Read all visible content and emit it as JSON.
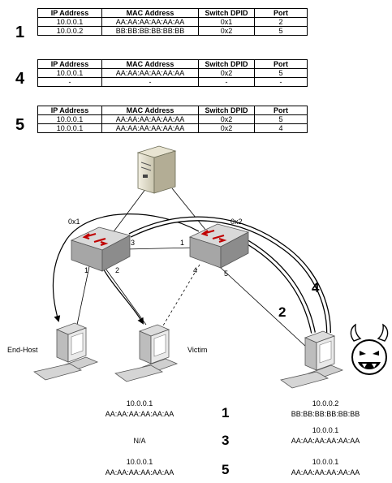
{
  "tables": [
    {
      "step": "1",
      "headers": [
        "IP Address",
        "MAC Address",
        "Switch DPID",
        "Port"
      ],
      "rows": [
        [
          "10.0.0.1",
          "AA:AA:AA:AA:AA:AA",
          "0x1",
          "2"
        ],
        [
          "10.0.0.2",
          "BB:BB:BB:BB:BB:BB",
          "0x2",
          "5"
        ]
      ]
    },
    {
      "step": "4",
      "headers": [
        "IP Address",
        "MAC Address",
        "Switch DPID",
        "Port"
      ],
      "rows": [
        [
          "10.0.0.1",
          "AA:AA:AA:AA:AA:AA",
          "0x2",
          "5"
        ],
        [
          "-",
          "-",
          "-",
          "-"
        ]
      ]
    },
    {
      "step": "5",
      "headers": [
        "IP Address",
        "MAC Address",
        "Switch DPID",
        "Port"
      ],
      "rows": [
        [
          "10.0.0.1",
          "AA:AA:AA:AA:AA:AA",
          "0x2",
          "5"
        ],
        [
          "10.0.0.1",
          "AA:AA:AA:AA:AA:AA",
          "0x2",
          "4"
        ]
      ]
    }
  ],
  "diagram": {
    "switch_left_label": "0x1",
    "switch_right_label": "0x2",
    "ports": {
      "left_to_right": "3",
      "right_from_left": "1",
      "left_down_1": "1",
      "left_down_2": "2",
      "right_down_4": "4",
      "right_down_5": "5"
    },
    "arrow_labels": {
      "inner": "2",
      "outer": "4"
    },
    "hosts": {
      "end_host": "End-Host",
      "victim": "Victim"
    }
  },
  "bottom": {
    "rows": [
      {
        "step": "1",
        "left": [
          "10.0.0.1",
          "AA:AA:AA:AA:AA:AA"
        ],
        "right": [
          "10.0.0.2",
          "BB:BB:BB:BB:BB:BB"
        ]
      },
      {
        "step": "3",
        "left": [
          "N/A"
        ],
        "right": [
          "10.0.0.1",
          "AA:AA:AA:AA:AA:AA"
        ]
      },
      {
        "step": "5",
        "left": [
          "10.0.0.1",
          "AA:AA:AA:AA:AA:AA"
        ],
        "right": [
          "10.0.0.1",
          "AA:AA:AA:AA:AA:AA"
        ]
      }
    ]
  },
  "colors": {
    "switch_body": "#b9b9b9",
    "switch_top": "#d9d9d9",
    "arrow_red": "#c00000",
    "line": "#000000"
  },
  "icons": [
    "server-icon",
    "switch-icon",
    "computer-icon",
    "attacker-face-icon"
  ]
}
